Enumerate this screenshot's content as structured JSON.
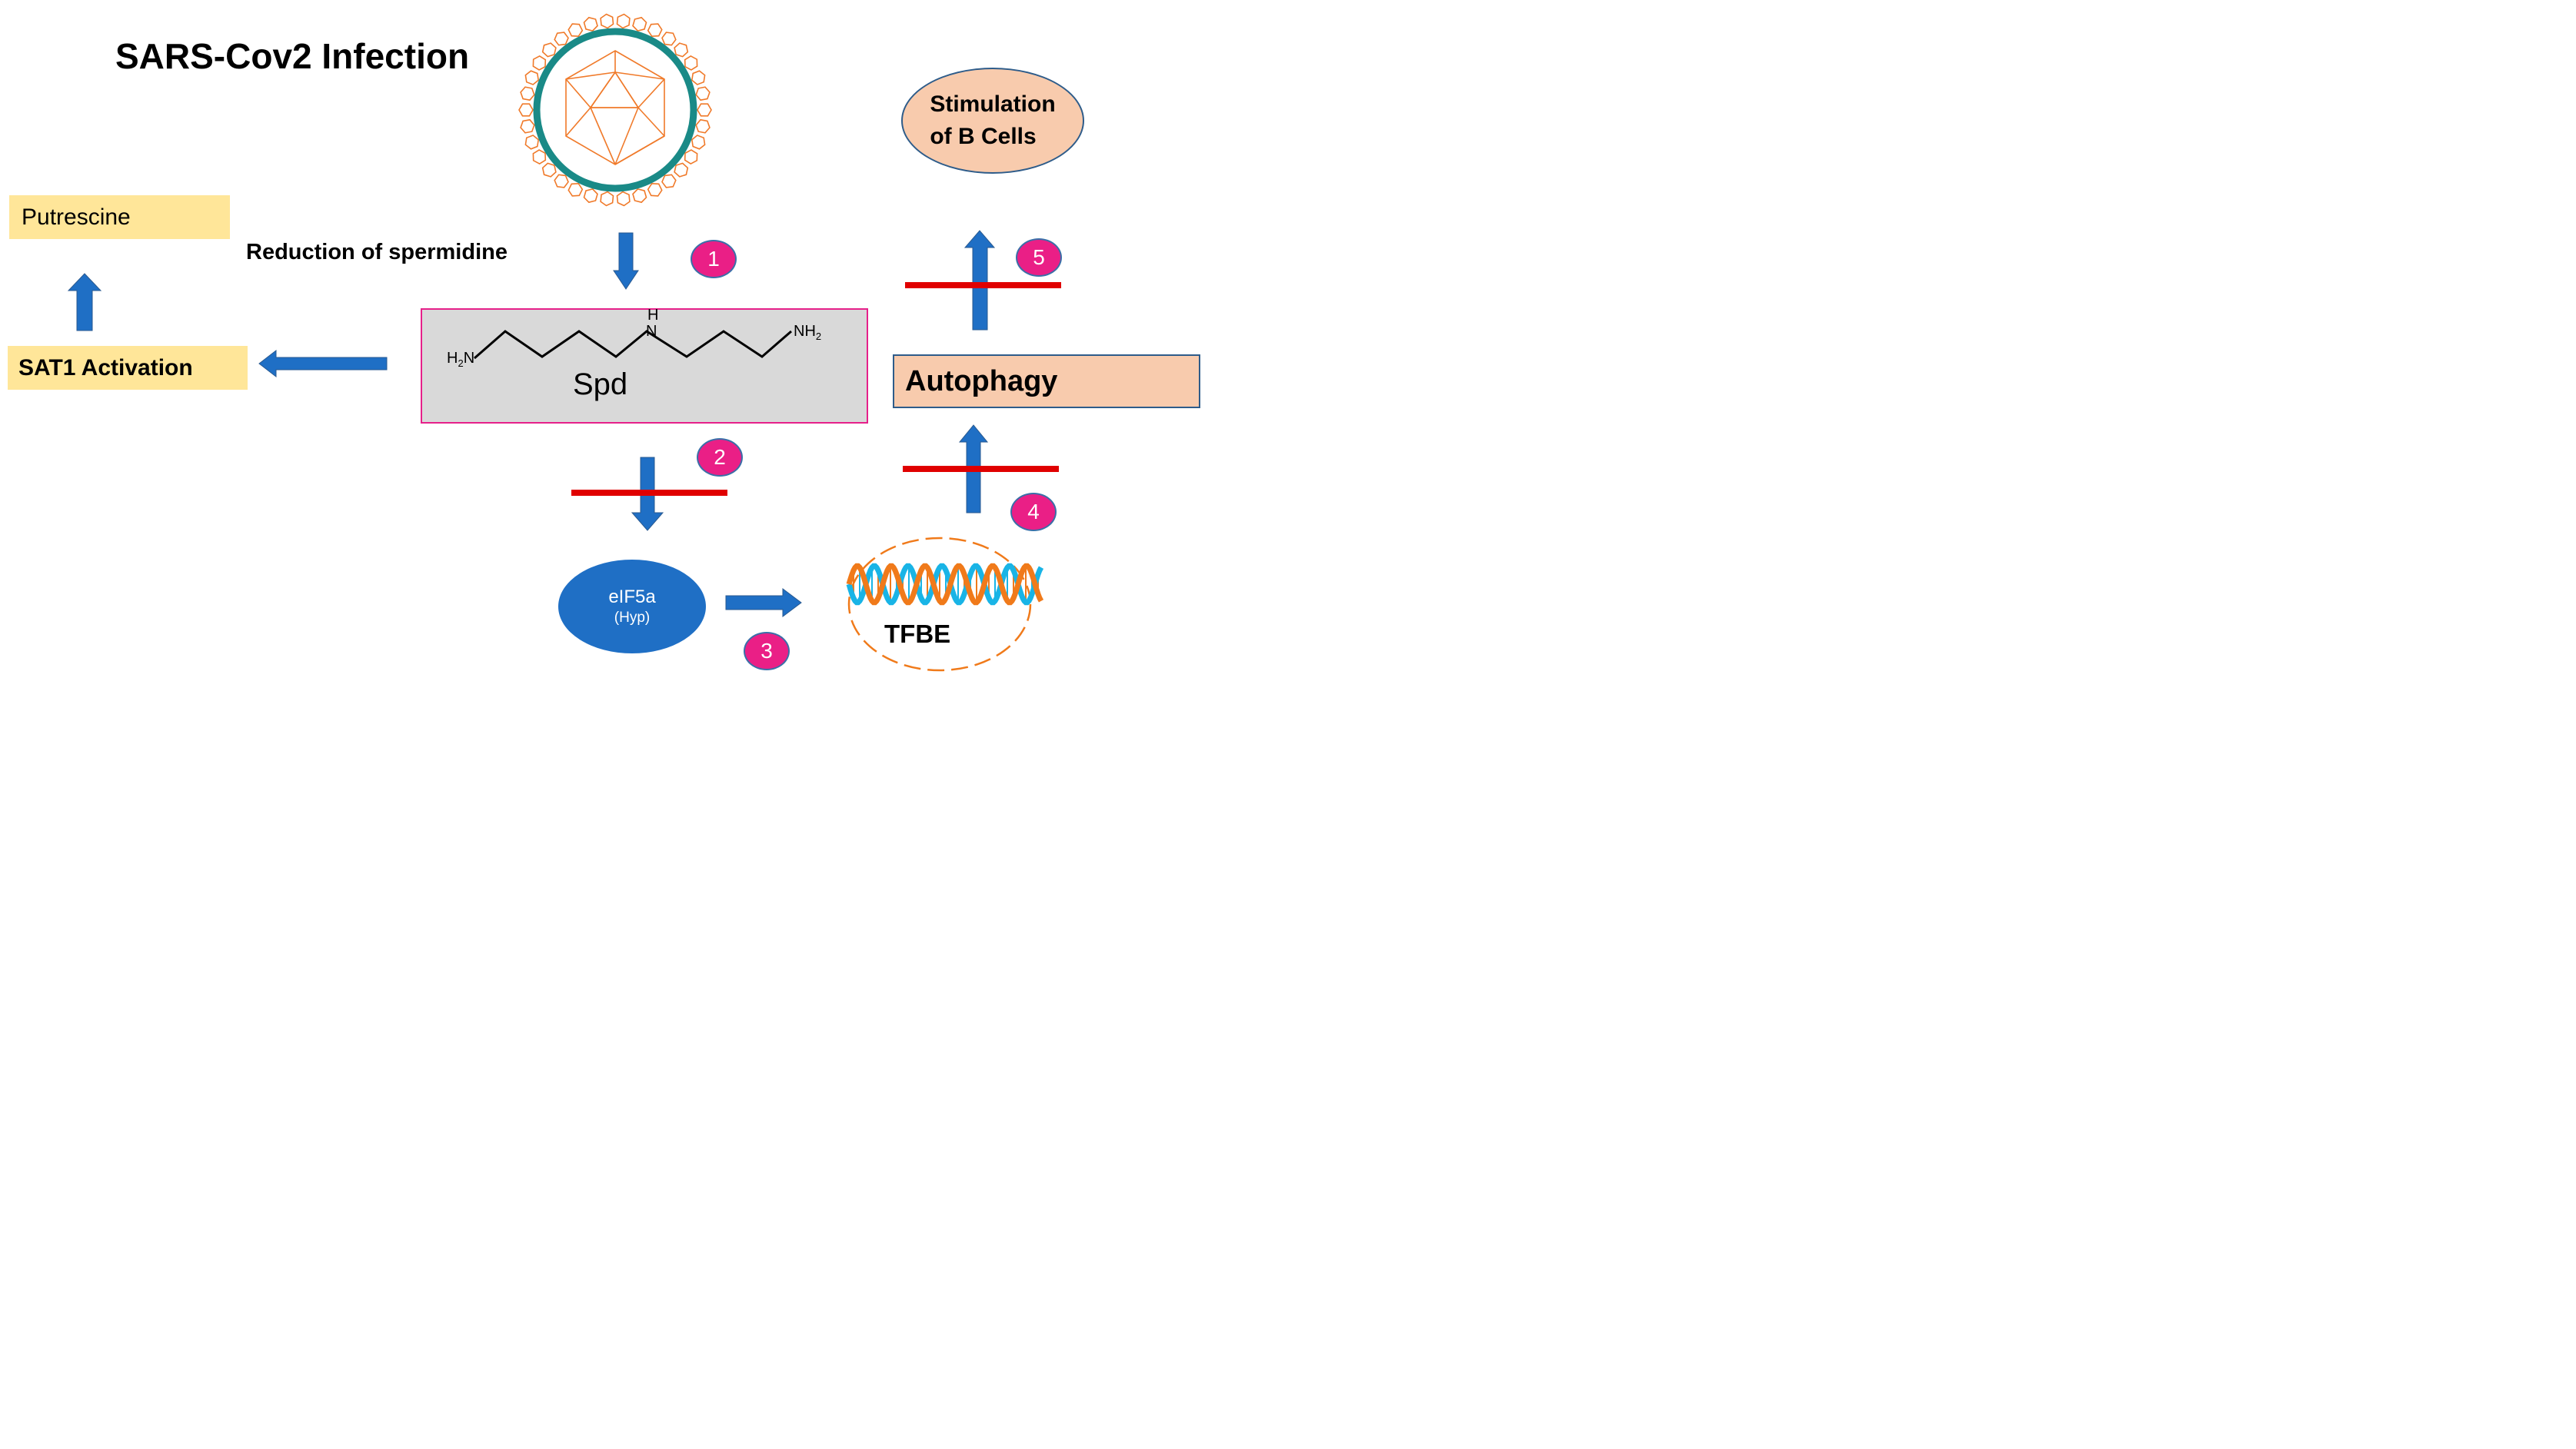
{
  "title": "SARS-Cov2 Infection",
  "boxes": {
    "putrescine": "Putrescine",
    "sat1": "SAT1 Activation",
    "autophagy": "Autophagy",
    "bcells_line1": "Stimulation",
    "bcells_line2": "of B Cells"
  },
  "reduction_label": "Reduction of spermidine",
  "spd": {
    "label": "Spd",
    "left_amine": "H2N",
    "center_h": "H",
    "center_n": "N",
    "right_amine": "NH2"
  },
  "eif5a": {
    "main": "eIF5a",
    "sub": "(Hyp)"
  },
  "tfbe": "TFBE",
  "steps": [
    "1",
    "2",
    "3",
    "4",
    "5"
  ],
  "colors": {
    "arrow": "#1f6fc5",
    "inhibition_bar": "#e00000",
    "badge": "#ea1f86",
    "virus_capsid": "#f07a2a",
    "virus_envelope": "#1a8a87",
    "dna_orange": "#f07a1a",
    "dna_cyan": "#19b4e6",
    "yellow_box": "#ffe699",
    "peach_box": "#f8cbad",
    "spd_box": "#d9d9d9"
  },
  "icons": [
    "virus-icon",
    "spermidine-structure",
    "dna-helix-icon",
    "nucleus-outline-icon"
  ]
}
